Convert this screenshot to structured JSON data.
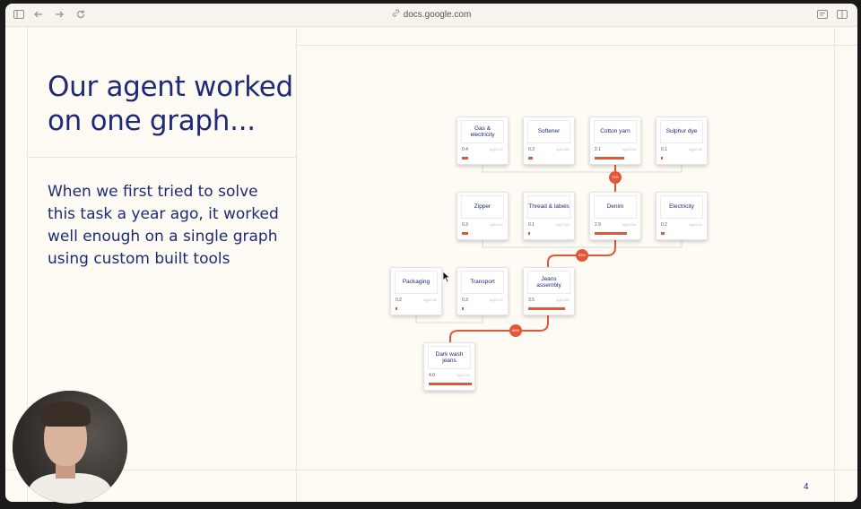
{
  "browser": {
    "url": "docs.google.com",
    "icons": [
      "sidebar-icon",
      "back-icon",
      "forward-icon",
      "reload-icon",
      "link-icon",
      "reader-icon",
      "split-view-icon"
    ]
  },
  "slide": {
    "title": "Our agent worked on one graph...",
    "body": "When we first tried to solve this task a year ago, it worked well enough on a single graph using custom built tools",
    "page_number": "4"
  },
  "graph": {
    "nodes": [
      {
        "id": "gas",
        "label": "Gas & electricity",
        "value": "0.4",
        "unit": "kgCO2e",
        "bar": 0.15
      },
      {
        "id": "softener",
        "label": "Softener",
        "value": "0.3",
        "unit": "kgCO2e",
        "bar": 0.1
      },
      {
        "id": "cotton",
        "label": "Cotton yarn",
        "value": "2.1",
        "unit": "kgCO2e",
        "bar": 0.68
      },
      {
        "id": "sulphur",
        "label": "Sulphur dye",
        "value": "0.1",
        "unit": "kgCO2e",
        "bar": 0.04
      },
      {
        "id": "zipper",
        "label": "Zipper",
        "value": "0.3",
        "unit": "kgCO2e",
        "bar": 0.15
      },
      {
        "id": "thread",
        "label": "Thread & labels",
        "value": "0.1",
        "unit": "kgCO2e",
        "bar": 0.05
      },
      {
        "id": "denim",
        "label": "Denim",
        "value": "2.9",
        "unit": "kgCO2e",
        "bar": 0.75
      },
      {
        "id": "electricity",
        "label": "Electricity",
        "value": "0.2",
        "unit": "kgCO2e",
        "bar": 0.08
      },
      {
        "id": "packaging",
        "label": "Packaging",
        "value": "0.2",
        "unit": "kgCO2e",
        "bar": 0.04
      },
      {
        "id": "transport",
        "label": "Transport",
        "value": "0.3",
        "unit": "kgCO2e",
        "bar": 0.04
      },
      {
        "id": "jeans",
        "label": "Jeans assembly",
        "value": "3.5",
        "unit": "kgCO2e",
        "bar": 0.85
      },
      {
        "id": "darkwash",
        "label": "Dark wash jeans",
        "value": "4.0",
        "unit": "kgCO2e",
        "bar": 1.0
      }
    ],
    "badges": [
      {
        "id": "b1",
        "label": "74%"
      },
      {
        "id": "b2",
        "label": "83%"
      },
      {
        "id": "b3",
        "label": "88%"
      }
    ],
    "accent_color": "#e2573a",
    "text_color": "#1e2a78"
  },
  "webcam": {
    "icon": "presenter-video"
  }
}
